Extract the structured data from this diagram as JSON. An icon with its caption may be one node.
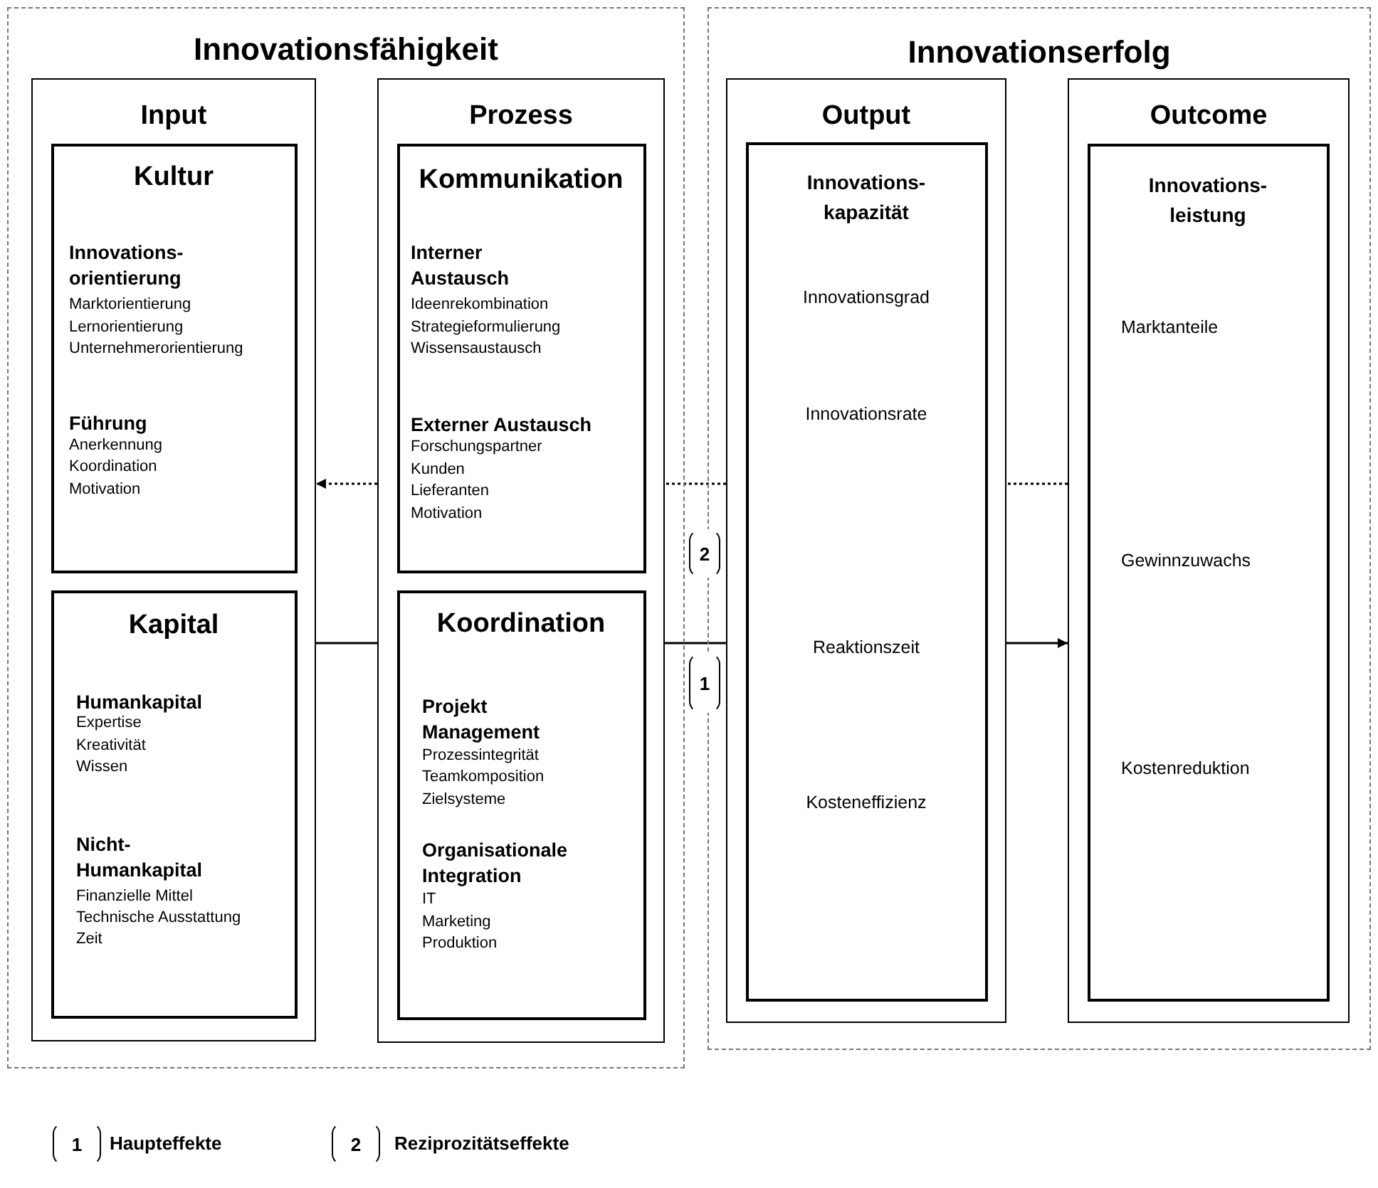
{
  "diagram": {
    "nodes": [
      {
        "text": [
          "Innovationsfähigkeit"
        ]
      },
      {
        "text": [
          "Input"
        ],
        "in": 0
      },
      {
        "text": [
          "Kultur",
          "Innovations- orientierung",
          "Marktorientierung",
          "Lernorientierung",
          "Unternehmerorientierung",
          "Führung",
          "Anerkennung",
          "Koordination",
          "Motivation"
        ],
        "in": 1
      },
      {
        "text": [
          "Kapital",
          "Humankapital",
          "Expertise",
          "Kreativität",
          "Wissen",
          "Nicht- Humankapital",
          "Finanzielle Mittel",
          "Technische Ausstattung",
          "Zeit"
        ],
        "in": 1
      },
      {
        "text": [
          "Prozess"
        ],
        "in": 0
      },
      {
        "text": [
          "Kommunikation",
          "Interner Austausch",
          "Ideenrekombination",
          "Strategieformulierung",
          "Wissensaustausch",
          "Externer Austausch",
          "Forschungspartner",
          "Kunden",
          "Lieferanten",
          "Motivation"
        ],
        "in": 4
      },
      {
        "text": [
          "Koordination",
          "Projekt Management",
          "Prozessintegrität",
          "Teamkomposition",
          "Zielsysteme",
          "Organisationale Integration",
          "IT",
          "Marketing",
          "Produktion"
        ],
        "in": 4
      },
      {
        "text": [
          "Innovationserfolg"
        ]
      },
      {
        "text": [
          "Output"
        ],
        "in": 7
      },
      {
        "text": [
          "Innovations- kapazität",
          "Innovationsgrad",
          "Innovationsrate",
          "Reaktionszeit",
          "Kosteneffizienz"
        ],
        "in": 8
      },
      {
        "text": [
          "Outcome"
        ],
        "in": 7
      },
      {
        "text": [
          "Innovations- leistung",
          "Marktanteile",
          "Gewinnzuwachs",
          "Kostenreduktion"
        ],
        "in": 10
      }
    ],
    "edges": [
      {
        "from": 10,
        "to": 8,
        "arrow": "none",
        "style": "dashed"
      },
      {
        "from": 8,
        "to": 4,
        "arrow": "none",
        "style": "dashed",
        "label": "2"
      },
      {
        "from": 4,
        "to": 1,
        "arrow": "to",
        "style": "dashed"
      },
      {
        "from": 1,
        "to": 4,
        "arrow": "none"
      },
      {
        "from": 4,
        "to": 8,
        "arrow": "none",
        "label": "1"
      },
      {
        "from": 8,
        "to": 10,
        "arrow": "to"
      }
    ],
    "labels": [
      "1",
      "Haupteffekte",
      "2",
      "Reziprozitätseffekte"
    ]
  }
}
